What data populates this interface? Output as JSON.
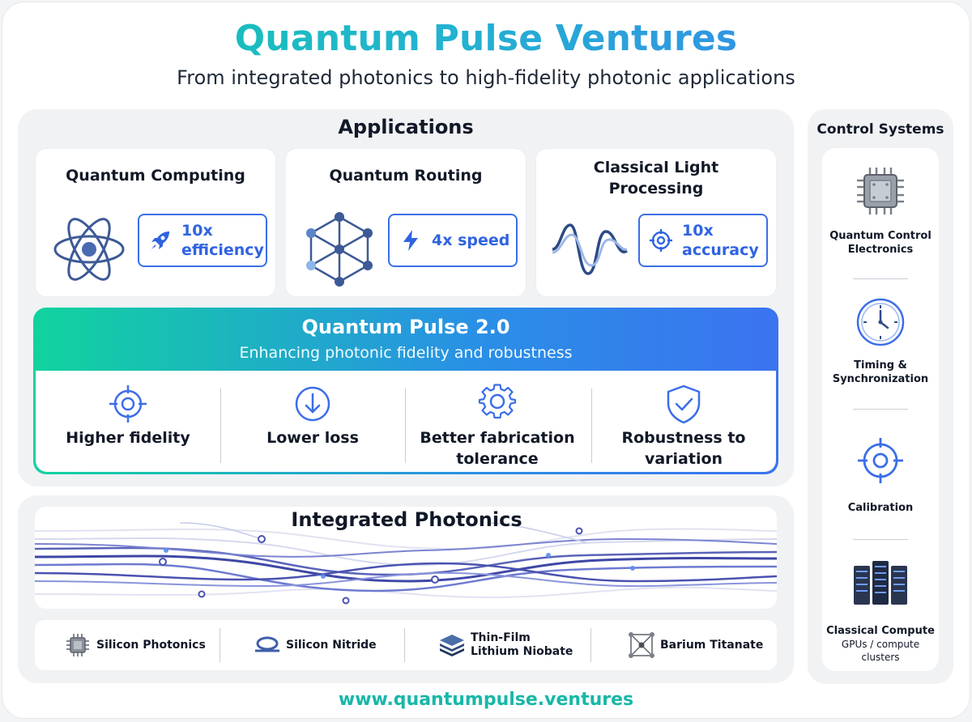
{
  "header": {
    "title": "Quantum Pulse Ventures",
    "subtitle": "From integrated photonics to high-fidelity photonic applications"
  },
  "applications": {
    "title": "Applications",
    "cards": [
      {
        "name": "Quantum Computing",
        "icon": "atom-icon",
        "metric_icon": "rocket-icon",
        "metric_line1": "10x",
        "metric_line2": "efficiency"
      },
      {
        "name": "Quantum Routing",
        "icon": "network-graph-icon",
        "metric_icon": "lightning-icon",
        "metric_line1": "4x speed",
        "metric_line2": ""
      },
      {
        "name_line1": "Classical Light",
        "name_line2": "Processing",
        "icon": "wave-icon",
        "metric_icon": "crosshair-icon",
        "metric_line1": "10x",
        "metric_line2": "accuracy"
      }
    ]
  },
  "quantum_pulse": {
    "title": "Quantum Pulse 2.0",
    "subtitle": "Enhancing photonic fidelity and robustness",
    "features": [
      {
        "line1": "Higher fidelity",
        "line2": "",
        "icon": "crosshair-icon"
      },
      {
        "line1": "Lower loss",
        "line2": "",
        "icon": "arrow-down-circle-icon"
      },
      {
        "line1": "Better fabrication",
        "line2": "tolerance",
        "icon": "gear-icon"
      },
      {
        "line1": "Robustness to",
        "line2": "variation",
        "icon": "shield-check-icon"
      }
    ]
  },
  "integrated_photonics": {
    "title": "Integrated Photonics",
    "materials": [
      {
        "line1": "Silicon Photonics",
        "line2": "",
        "icon": "chip-icon"
      },
      {
        "line1": "Silicon Nitride",
        "line2": "",
        "icon": "ring-resonator-icon"
      },
      {
        "line1": "Thin-Film",
        "line2": "Lithium Niobate",
        "icon": "layer-stack-icon"
      },
      {
        "line1": "Barium Titanate",
        "line2": "",
        "icon": "crystal-lattice-icon"
      }
    ]
  },
  "control_systems": {
    "title": "Control Systems",
    "items": [
      {
        "line1": "Quantum Control",
        "line2": "Electronics",
        "sub": "",
        "icon": "processor-chip-icon"
      },
      {
        "line1": "Timing &",
        "line2": "Synchronization",
        "sub": "",
        "icon": "clock-icon"
      },
      {
        "line1": "Calibration",
        "line2": "",
        "sub": "",
        "icon": "crosshair-icon"
      },
      {
        "line1": "Classical Compute",
        "line2": "",
        "sub_line1": "GPUs / compute",
        "sub_line2": "clusters",
        "icon": "server-rack-icon"
      }
    ]
  },
  "footer": {
    "url": "www.quantumpulse.ventures"
  },
  "colors": {
    "accent_blue": "#2f63e0",
    "accent_teal": "#10c9a8",
    "panel_gray": "#f1f2f4"
  }
}
